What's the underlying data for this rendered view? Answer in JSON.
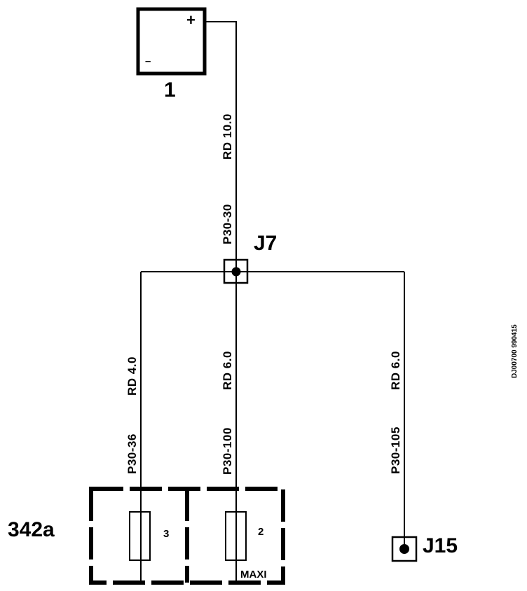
{
  "battery": {
    "id": "1",
    "plus": "+",
    "minus": "–"
  },
  "junctions": {
    "j7": "J7",
    "j15": "J15"
  },
  "wires": {
    "w_top": {
      "code": "P30-30",
      "spec": "RD 10.0"
    },
    "w_left": {
      "code": "P30-36",
      "spec": "RD 4.0"
    },
    "w_mid": {
      "code": "P30-100",
      "spec": "RD 6.0"
    },
    "w_right": {
      "code": "P30-105",
      "spec": "RD 6.0"
    }
  },
  "fusebox": {
    "id": "342a",
    "fuse_left": "3",
    "fuse_right": "2",
    "type": "MAXI"
  },
  "doc_ref": "DJ00700 990415",
  "colors": {
    "line": "#000000",
    "background": "#ffffff"
  }
}
